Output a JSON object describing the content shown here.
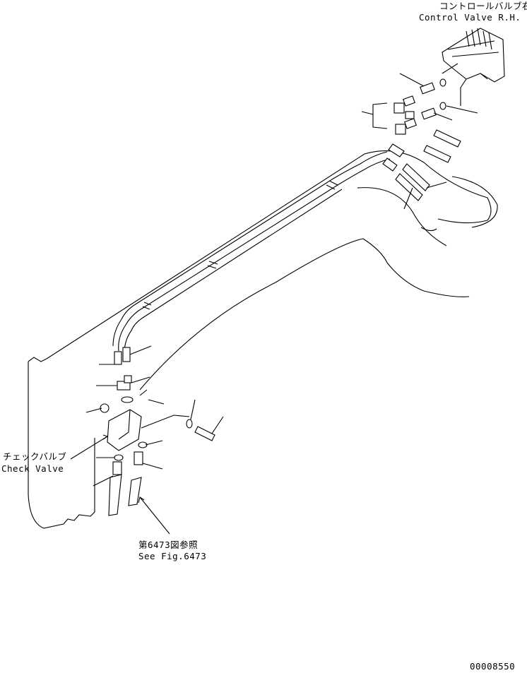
{
  "labels": {
    "control_valve_jp": "コントロールバルブ右",
    "control_valve_en": "Control Valve R.H.",
    "check_valve_jp": "チェックバルブ",
    "check_valve_en": "Check Valve",
    "see_fig_jp": "第6473図参照",
    "see_fig_en": "See Fig.6473",
    "drawing_number": "00008550"
  }
}
